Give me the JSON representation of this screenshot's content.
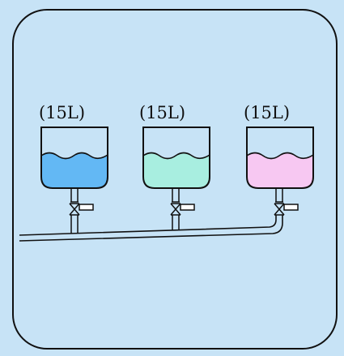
{
  "diagram": {
    "background_color": "#c7e3f6",
    "frame_color": "#111111",
    "line_color": "#111111",
    "containers": [
      {
        "label": "(15L)",
        "liquid_color": "#63b8f4"
      },
      {
        "label": "(15L)",
        "liquid_color": "#a8eee0"
      },
      {
        "label": "(15L)",
        "liquid_color": "#f7c8f2"
      }
    ]
  }
}
